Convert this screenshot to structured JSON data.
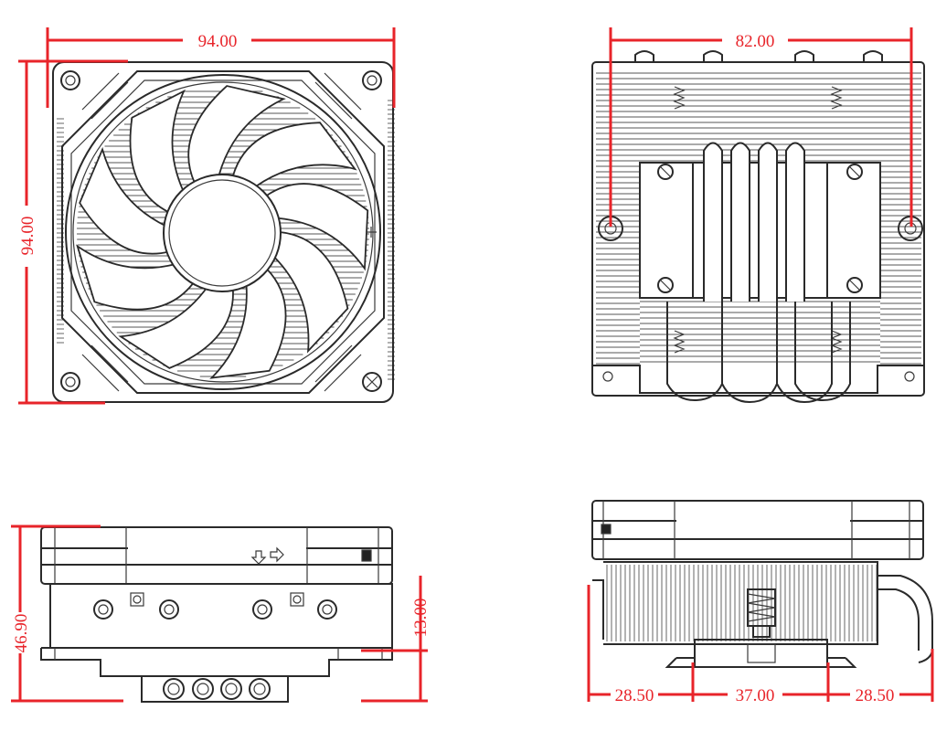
{
  "colors": {
    "dimension": "#e8242a",
    "line": "#2a2a2a",
    "background": "#ffffff"
  },
  "dimensions": {
    "front_width": "94.00",
    "front_height": "94.00",
    "top_span": "82.00",
    "side_height": "46.90",
    "side_clearance": "13.00",
    "bottom_left": "28.50",
    "bottom_mid": "37.00",
    "bottom_right": "28.50"
  },
  "icons": [
    "fan-front-view",
    "heatsink-top-view",
    "side-view",
    "heatpipe-side-view",
    "airflow-arrow-icon",
    "screw-icon"
  ]
}
